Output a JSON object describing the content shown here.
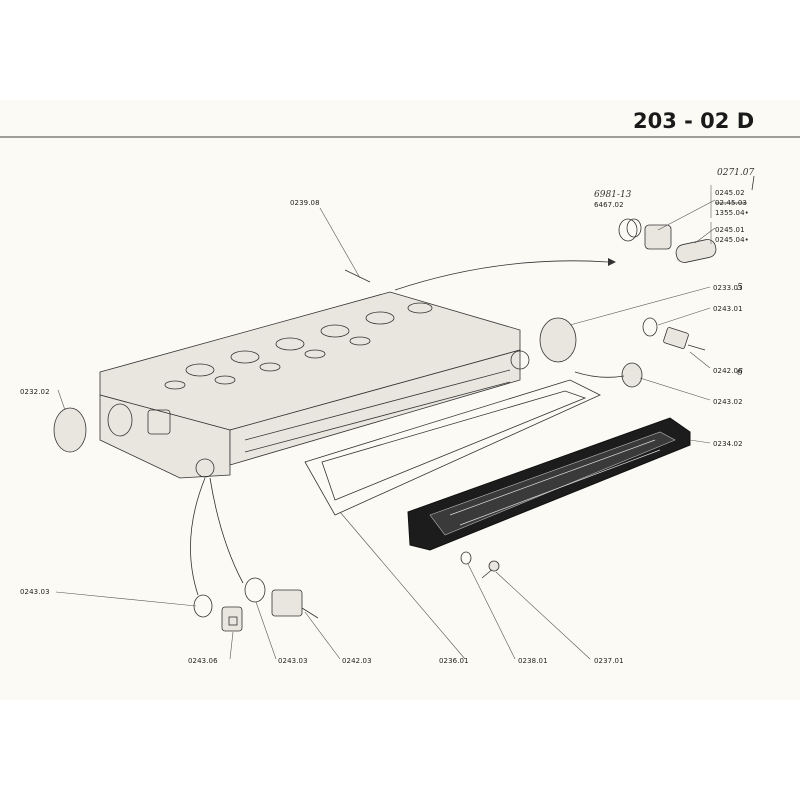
{
  "header": {
    "page_code": "203 - 02 D"
  },
  "handwritten": {
    "top_right": "0271.07",
    "cap_ref": "6981-13",
    "cap_ref_under": "6467.02",
    "num_5": "5",
    "num_6": "6"
  },
  "labels": {
    "l0239_08": "0239.08",
    "l0245_02": "0245.02",
    "l0245_03": "02.45.03",
    "l1355_04": "1355.04•",
    "l0245_01": "0245.01",
    "l0245_04": "0245.04•",
    "l0233_03": "0233.03",
    "l0243_01": "0243.01",
    "l0242_06": "0242.06",
    "l0243_02": "0243.02",
    "l0234_02": "0234.02",
    "l0232_02": "0232.02",
    "l0243_03_left": "0243.03",
    "l0243_06": "0243.06",
    "l0243_03_mid": "0243.03",
    "l0242_03": "0242.03",
    "l0236_01": "0236.01",
    "l0238_01": "0238.01",
    "l0237_01": "0237.01"
  }
}
